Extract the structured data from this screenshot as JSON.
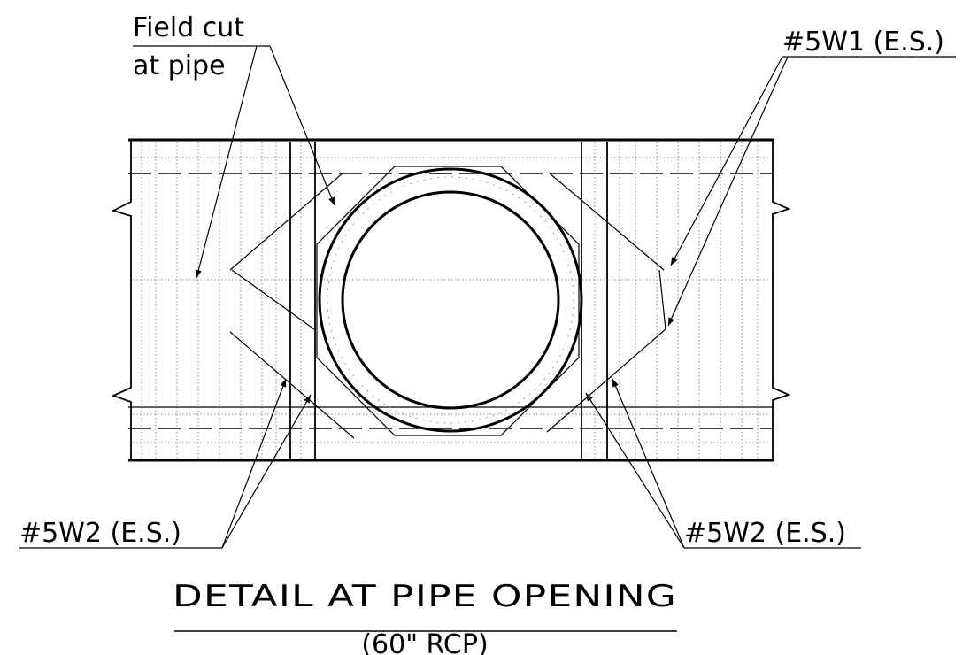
{
  "labels": {
    "field_cut_line1": "Field cut",
    "field_cut_line2": "at pipe",
    "bar_w1": "#5W1 (E.S.)",
    "bar_w2_left": "#5W2 (E.S.)",
    "bar_w2_right": "#5W2 (E.S.)"
  },
  "title": {
    "main": "DETAIL AT PIPE OPENING",
    "sub": "(60\" RCP)"
  }
}
